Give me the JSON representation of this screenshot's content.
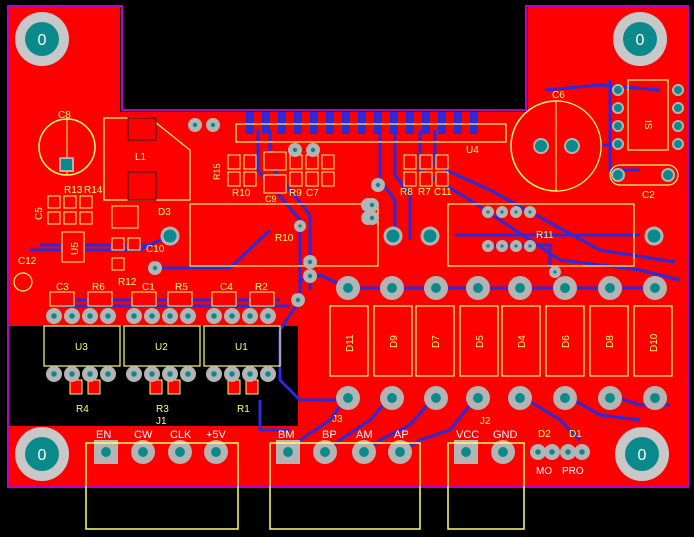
{
  "colors": {
    "background": "#000000",
    "top_copper": "#ff0000",
    "bottom_copper": "#2b2bd9",
    "silkscreen": "#ffff66",
    "pad": "#b4b4b4",
    "hole": "#0a8a8a",
    "outline": "#c000c0",
    "mount_pad": "#c8c8c8"
  },
  "mounting_hole_label": "0",
  "designators": {
    "C8": "C8",
    "L1": "L1",
    "R15": "R15",
    "R10_top": "R10",
    "R9": "R9",
    "C7": "C7",
    "C9": "C9",
    "R8": "R8",
    "R7": "R7",
    "C11": "C11",
    "U4": "U4",
    "C6": "C6",
    "IS": "IS",
    "C2": "C2",
    "R13": "R13",
    "R14": "R14",
    "C5": "C5",
    "D3": "D3",
    "U5": "U5",
    "C10": "C10",
    "R12": "R12",
    "C12": "C12",
    "R10": "R10",
    "R11": "R11",
    "C3": "C3",
    "R6": "R6",
    "C1": "C1",
    "R5": "R5",
    "C4": "C4",
    "R2": "R2",
    "U3": "U3",
    "U2": "U2",
    "U1": "U1",
    "R4": "R4",
    "R3": "R3",
    "R1": "R1",
    "J1": "J1",
    "J3": "J3",
    "J2": "J2",
    "D11": "D11",
    "D9": "D9",
    "D7": "D7",
    "D5": "D5",
    "D4": "D4",
    "D6": "D6",
    "D8": "D8",
    "D10": "D10",
    "D2": "D2",
    "D1": "D1"
  },
  "connectors": {
    "J1": [
      "EN",
      "CW",
      "CLK",
      "+5V"
    ],
    "J3": [
      "BM",
      "BP",
      "AM",
      "AP"
    ],
    "J2": [
      "VCC",
      "GND"
    ]
  },
  "leds": {
    "mo": "MO",
    "pro": "PRO"
  }
}
